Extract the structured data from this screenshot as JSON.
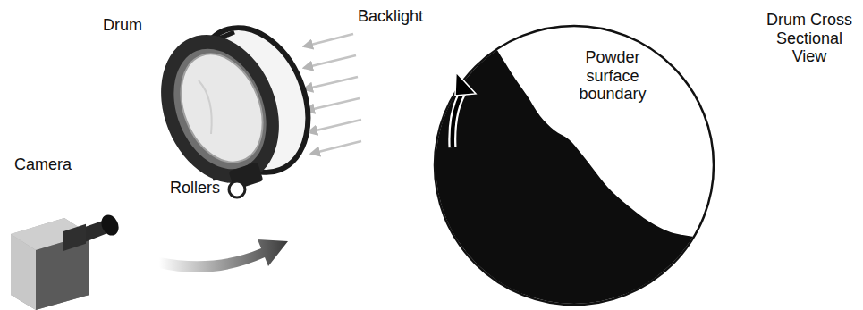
{
  "diagram": {
    "nodes": [
      {
        "text": [
          "Drum Cross Sectional View",
          "Powder surface boundary"
        ]
      }
    ],
    "labels": [
      "Backlight",
      "Drum",
      "Camera",
      "Rollers"
    ]
  }
}
